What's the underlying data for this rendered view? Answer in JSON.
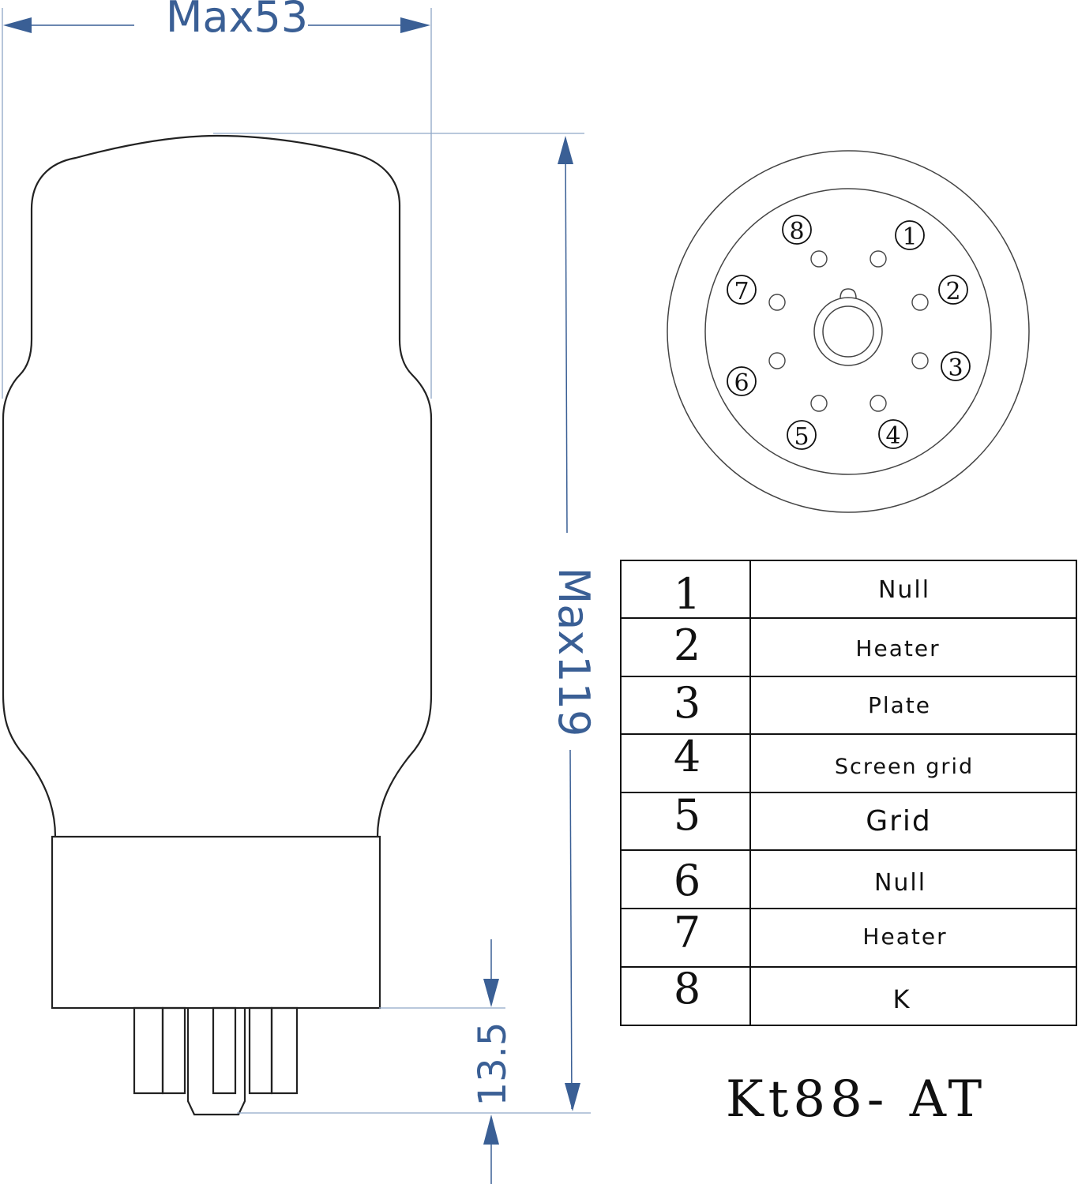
{
  "dimensions": {
    "width_label": "Max53",
    "height_label": "Max119",
    "pin_length_label": "13.5"
  },
  "socket": {
    "pins": [
      "1",
      "2",
      "3",
      "4",
      "5",
      "6",
      "7",
      "8"
    ]
  },
  "pin_table": {
    "rows": [
      {
        "pin": "1",
        "function": "Null"
      },
      {
        "pin": "2",
        "function": "Heater"
      },
      {
        "pin": "3",
        "function": "Plate"
      },
      {
        "pin": "4",
        "function": "Screen grid"
      },
      {
        "pin": "5",
        "function": "Grid"
      },
      {
        "pin": "6",
        "function": "Null"
      },
      {
        "pin": "7",
        "function": "Heater"
      },
      {
        "pin": "8",
        "function": "K"
      }
    ]
  },
  "model": {
    "name": "Kt88- AT"
  },
  "colors": {
    "dimension": "#3a5f95",
    "line": "#222222"
  }
}
